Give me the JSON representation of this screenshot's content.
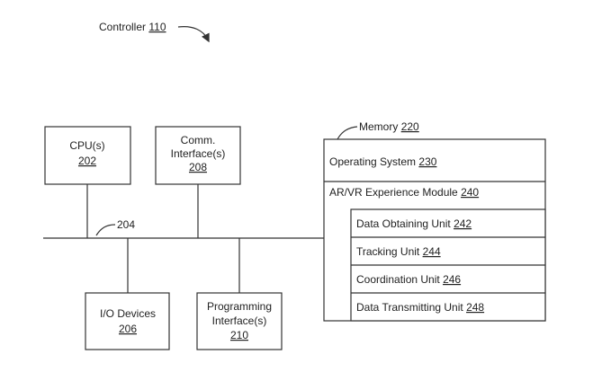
{
  "controller": {
    "label": "Controller",
    "ref": "110"
  },
  "bus": {
    "ref": "204"
  },
  "cpu": {
    "line1": "CPU(s)",
    "ref": "202"
  },
  "comm": {
    "line1": "Comm.",
    "line2": "Interface(s)",
    "ref": "208"
  },
  "io": {
    "line1": "I/O Devices",
    "ref": "206"
  },
  "prog": {
    "line1": "Programming",
    "line2": "Interface(s)",
    "ref": "210"
  },
  "memory": {
    "label": "Memory",
    "ref": "220",
    "os": {
      "label": "Operating System",
      "ref": "230"
    },
    "arvr": {
      "label": "AR/VR Experience Module",
      "ref": "240"
    },
    "units": [
      {
        "label": "Data Obtaining Unit",
        "ref": "242"
      },
      {
        "label": "Tracking Unit",
        "ref": "244"
      },
      {
        "label": "Coordination Unit",
        "ref": "246"
      },
      {
        "label": "Data Transmitting Unit",
        "ref": "248"
      }
    ]
  }
}
